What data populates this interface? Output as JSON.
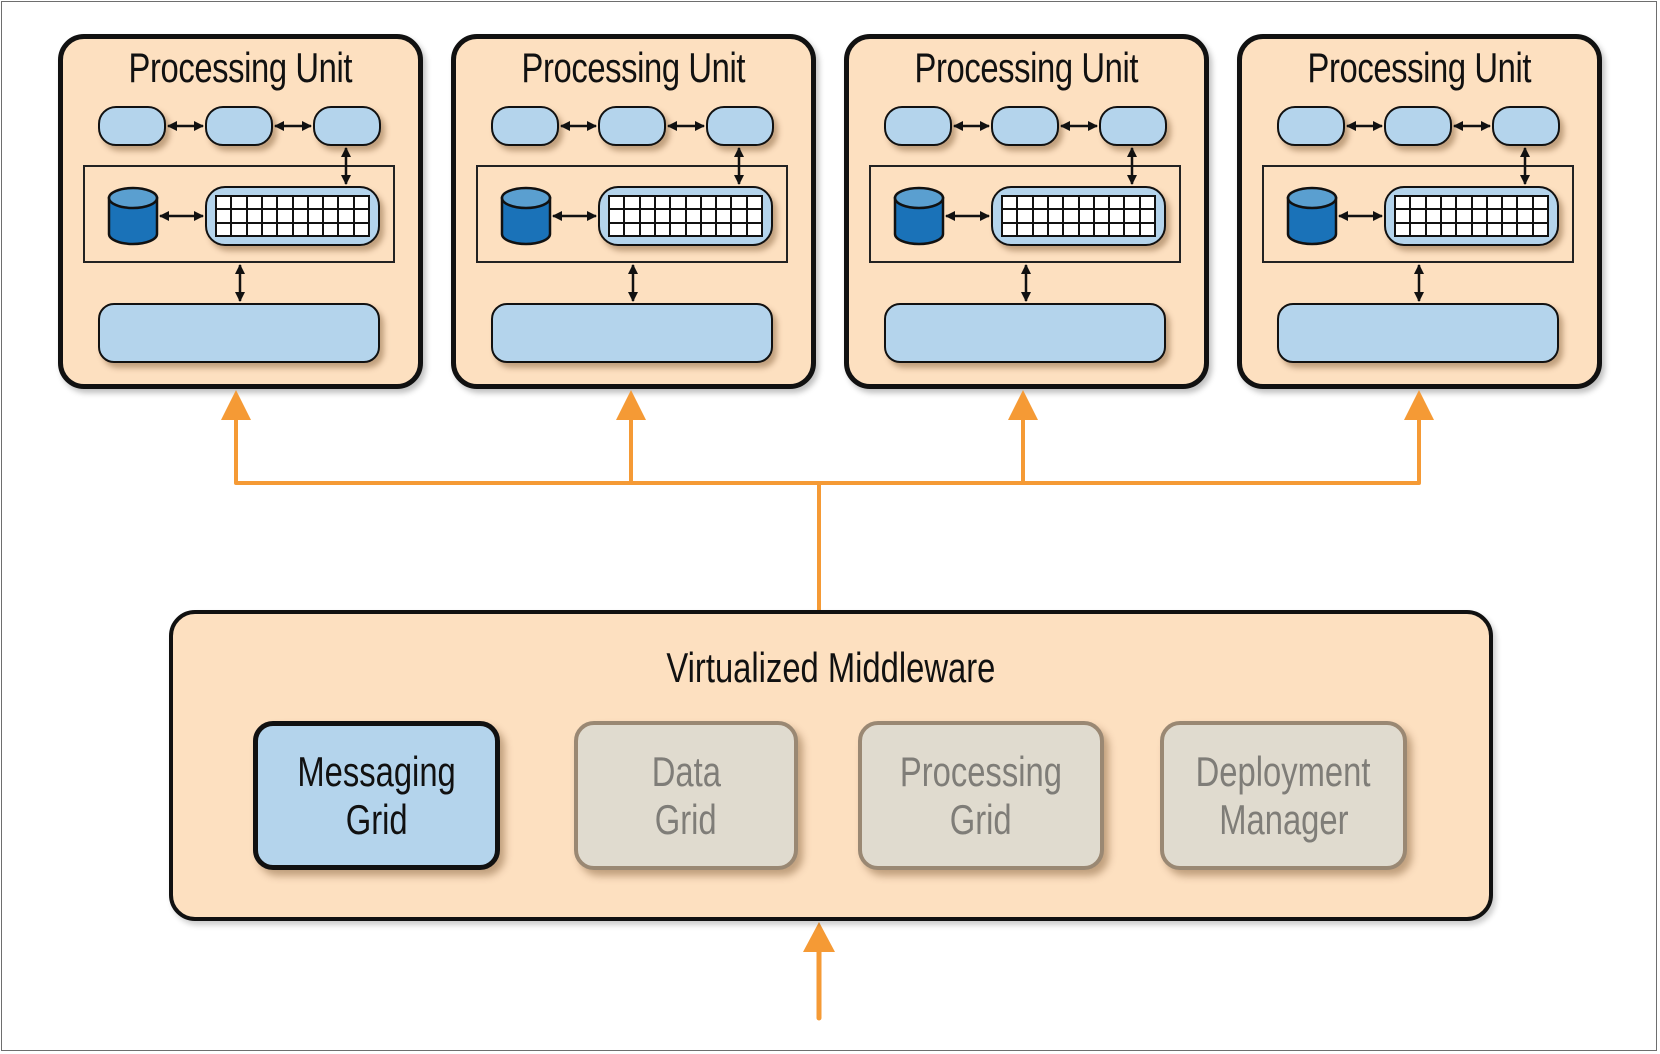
{
  "diagram": {
    "processing_units": [
      {
        "title": "Processing Unit"
      },
      {
        "title": "Processing Unit"
      },
      {
        "title": "Processing Unit"
      },
      {
        "title": "Processing Unit"
      }
    ],
    "middleware": {
      "title": "Virtualized Middleware",
      "components": [
        {
          "line1": "Messaging",
          "line2": "Grid",
          "state": "active"
        },
        {
          "line1": "Data",
          "line2": "Grid",
          "state": "inactive"
        },
        {
          "line1": "Processing",
          "line2": "Grid",
          "state": "inactive"
        },
        {
          "line1": "Deployment",
          "line2": "Manager",
          "state": "inactive"
        }
      ]
    },
    "colors": {
      "unit_fill": "#fde0c0",
      "component_blue": "#b4d4ec",
      "database_blue": "#1a72b8",
      "connector_orange": "#f59a35",
      "inactive_fill": "#e0dbcf",
      "inactive_border": "#9a8873",
      "inactive_text": "#7f7d78"
    },
    "icons": {
      "database": "database-cylinder-icon",
      "grid": "data-grid-icon"
    }
  }
}
